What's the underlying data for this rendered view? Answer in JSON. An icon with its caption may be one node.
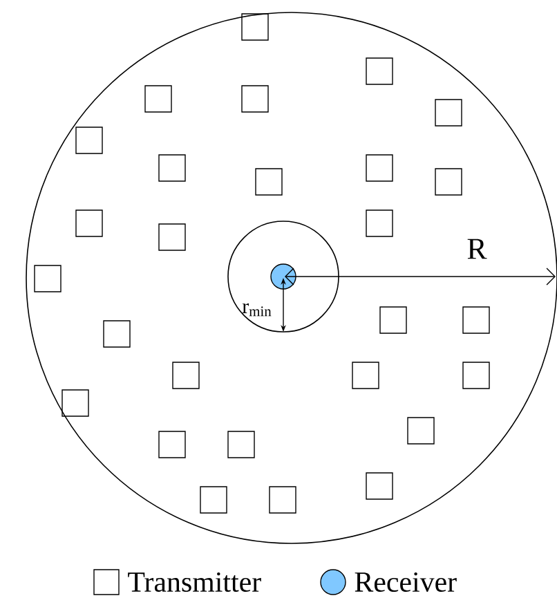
{
  "diagram": {
    "labels": [
      "R",
      "r$_{min}$"
    ],
    "legend": [
      {
        "text": "Transmitter"
      },
      {
        "text": "Receiver",
        "color": "#80c8ff"
      }
    ]
  }
}
